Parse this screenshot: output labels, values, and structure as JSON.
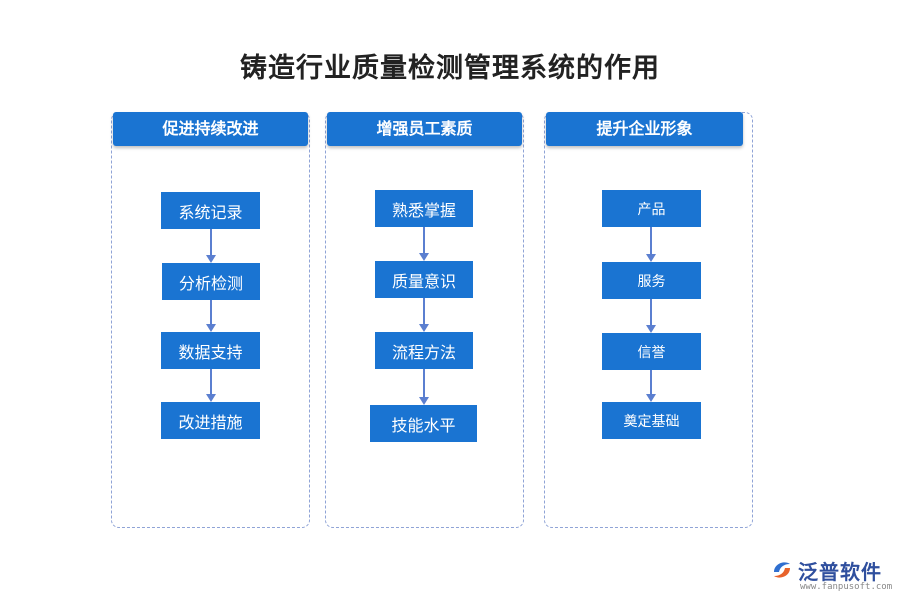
{
  "title": "铸造行业质量检测管理系统的作用",
  "columns": [
    {
      "header": "促进持续改进",
      "steps": [
        "系统记录",
        "分析检测",
        "数据支持",
        "改进措施"
      ]
    },
    {
      "header": "增强员工素质",
      "steps": [
        "熟悉掌握",
        "质量意识",
        "流程方法",
        "技能水平"
      ]
    },
    {
      "header": "提升企业形象",
      "steps": [
        "产品",
        "服务",
        "信誉",
        "奠定基础"
      ]
    }
  ],
  "logo": {
    "name": "泛普软件",
    "url": "www.fanpusoft.com",
    "icon": "fanpu-logo-icon"
  },
  "colors": {
    "node": "#1a74d2",
    "border": "#8fa3d6",
    "arrow": "#5b7fd0"
  }
}
